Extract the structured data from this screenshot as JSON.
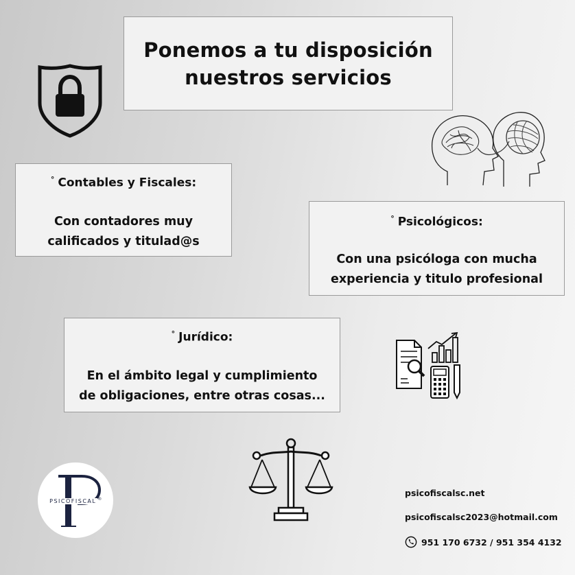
{
  "title": {
    "line1": "Ponemos a tu disposición",
    "line2": "nuestros servicios"
  },
  "services": [
    {
      "heading": "Contables y Fiscales:",
      "desc1": "Con contadores muy",
      "desc2": "calificados y titulad@s"
    },
    {
      "heading": "Psicológicos:",
      "desc1": "Con una psicóloga con mucha",
      "desc2": "experiencia y titulo profesional"
    },
    {
      "heading": "Jurídico:",
      "desc1": "En el ámbito legal y cumplimiento",
      "desc2": "de obligaciones, entre otras cosas..."
    }
  ],
  "bullet": "°",
  "logo": {
    "brand": "PSICOFISCAL",
    "registered": "®"
  },
  "contact": {
    "website": "psicofiscalsc.net",
    "email": "psicofiscalsc2023@hotmail.com",
    "phones": "951 170 6732 / 951 354 4132"
  },
  "icons": [
    "lock-shield-icon",
    "brain-heads-icon",
    "finance-document-icon",
    "justice-scale-icon",
    "phone-icon"
  ],
  "colors": {
    "logo_navy": "#1c2340",
    "box_bg": "#f2f2f2"
  }
}
